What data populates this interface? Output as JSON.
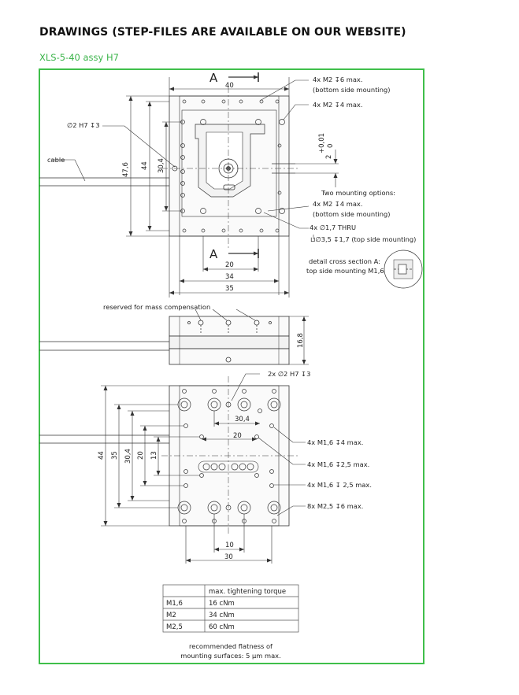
{
  "page": {
    "heading": "DRAWINGS (STEP-FILES ARE AVAILABLE ON OUR WEBSITE)",
    "subtitle": "XLS-5-40 assy H7"
  },
  "top_view": {
    "section_mark": "A",
    "dims": {
      "top_width": "40",
      "height_outer": "47,6",
      "height_44": "44",
      "height_304": "30,4",
      "w20": "20",
      "w34": "34",
      "w35": "35",
      "offset_plus": "+0,01",
      "offset_zero": "0",
      "offset_2": "2"
    },
    "notes": {
      "m2_6_line1": "4x  M2  ↧6 max.",
      "m2_6_line2": "(bottom side mounting)",
      "m2_4": "4x  M2  ↧4 max.",
      "pin": "∅2  H7 ↧3",
      "cable": "cable",
      "options_title": "Two mounting options:",
      "opt1_line1": "4x  M2  ↧4 max.",
      "opt1_line2": "(bottom side mounting)",
      "opt2_line1": "4x  ∅1,7  THRU",
      "opt2_line2": "⊔∅3,5 ↧1,7 (top side mounting)",
      "detail_line1": "detail cross section A:",
      "detail_line2": "top side mounting M1,6"
    }
  },
  "side_view": {
    "note": "reserved for mass compensation",
    "height": "16,8"
  },
  "bottom_view": {
    "dims": {
      "h44": "44",
      "h35": "35",
      "h304": "30,4",
      "h20": "20",
      "h13": "13",
      "w304": "30,4",
      "w20": "20",
      "w10": "10",
      "w30": "30"
    },
    "notes": {
      "pin": "2x  ∅2  H7 ↧3",
      "m16_4": "4x  M1,6  ↧4 max.",
      "m16_25a": "4x  M1,6  ↧2,5 max.",
      "m16_25b": "4x  M1,6  ↧ 2,5 max.",
      "m25_6": "8x  M2,5  ↧6 max."
    }
  },
  "torque_table": {
    "header": "max. tightening torque",
    "rows": [
      {
        "thread": "M1,6",
        "torque": "16 cNm"
      },
      {
        "thread": "M2",
        "torque": "34 cNm"
      },
      {
        "thread": "M2,5",
        "torque": "60 cNm"
      }
    ]
  },
  "flatness": {
    "line1": "recommended flatness of",
    "line2": "mounting surfaces: 5 µm max."
  },
  "colors": {
    "frame": "#3fbf4a",
    "subtitle": "#3bb44a",
    "line": "#333333"
  }
}
